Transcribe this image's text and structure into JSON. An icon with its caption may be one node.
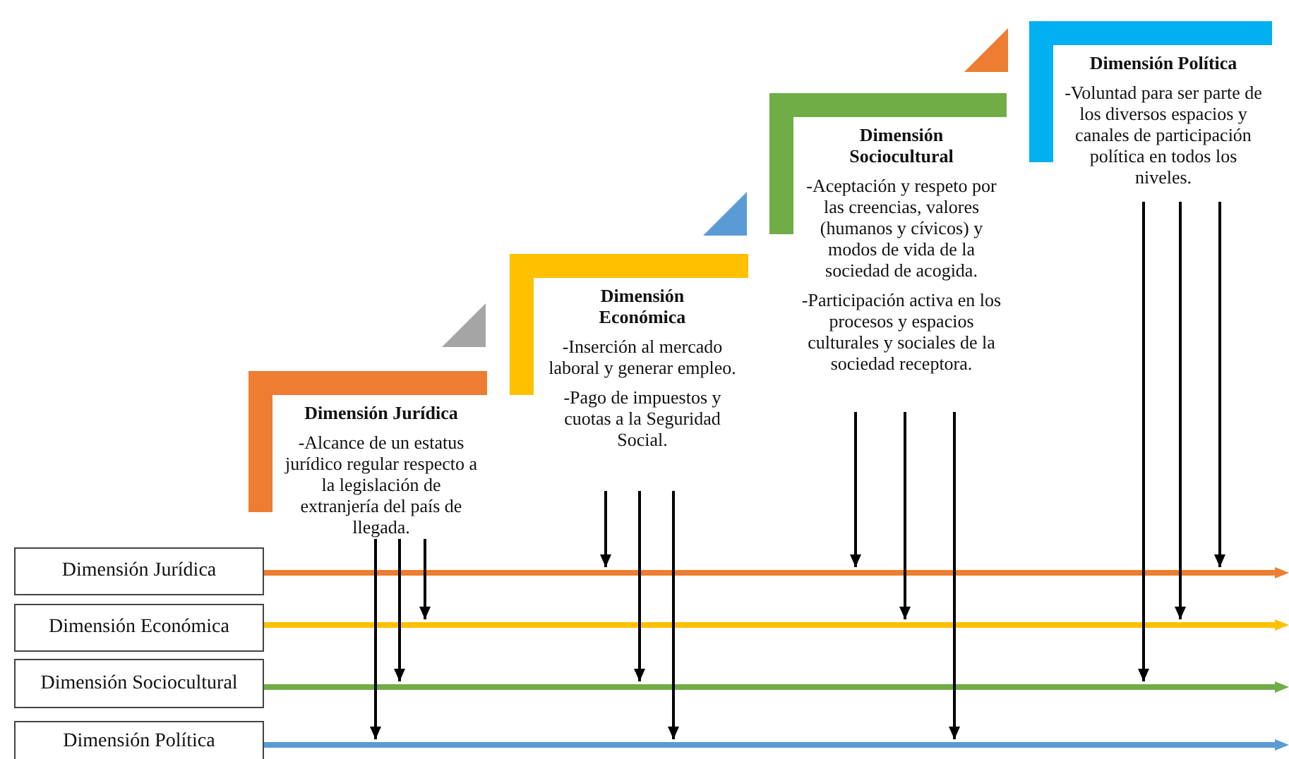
{
  "diagram": {
    "nodes": [
      {
        "text": [
          "Dimensión Jurídica",
          "-Alcance de un estatus jurídico regular respecto a la legislación de extranjería del país de llegada."
        ]
      },
      {
        "text": [
          "Dimensión Económica",
          "-Inserción al mercado laboral y generar empleo.",
          "-Pago de impuestos y cuotas a la Seguridad Social."
        ]
      },
      {
        "text": [
          "Dimensión Sociocultural",
          "-Aceptación y respeto por las creencias, valores (humanos y cívicos) y modos de vida de la sociedad de acogida.",
          "-Participación activa en los procesos y espacios culturales y sociales de la sociedad receptora."
        ]
      },
      {
        "text": [
          "Dimensión Política",
          "-Voluntad para ser parte de los diversos espacios y canales de participación política en todos los niveles."
        ]
      },
      {
        "text": [
          "Dimensión Jurídica"
        ]
      },
      {
        "text": [
          "Dimensión Económica"
        ]
      },
      {
        "text": [
          "Dimensión Sociocultural"
        ]
      },
      {
        "text": [
          "Dimensión Política"
        ]
      },
      {
        "text": [],
        "shape": "arrow"
      },
      {
        "text": [],
        "shape": "arrow"
      },
      {
        "text": [],
        "shape": "arrow"
      },
      {
        "text": [],
        "shape": "arrow"
      }
    ],
    "edges": [
      {
        "from": 0,
        "to": 11,
        "arrow": "to"
      },
      {
        "from": 0,
        "to": 10,
        "arrow": "to"
      },
      {
        "from": 0,
        "to": 9,
        "arrow": "to"
      },
      {
        "from": 1,
        "to": 8,
        "arrow": "to"
      },
      {
        "from": 1,
        "to": 10,
        "arrow": "to"
      },
      {
        "from": 1,
        "to": 11,
        "arrow": "to"
      },
      {
        "from": 2,
        "to": 8,
        "arrow": "to"
      },
      {
        "from": 2,
        "to": 9,
        "arrow": "to"
      },
      {
        "from": 2,
        "to": 11,
        "arrow": "to"
      },
      {
        "from": 3,
        "to": 10,
        "arrow": "to"
      },
      {
        "from": 3,
        "to": 9,
        "arrow": "to"
      },
      {
        "from": 3,
        "to": 8,
        "arrow": "to"
      }
    ]
  }
}
